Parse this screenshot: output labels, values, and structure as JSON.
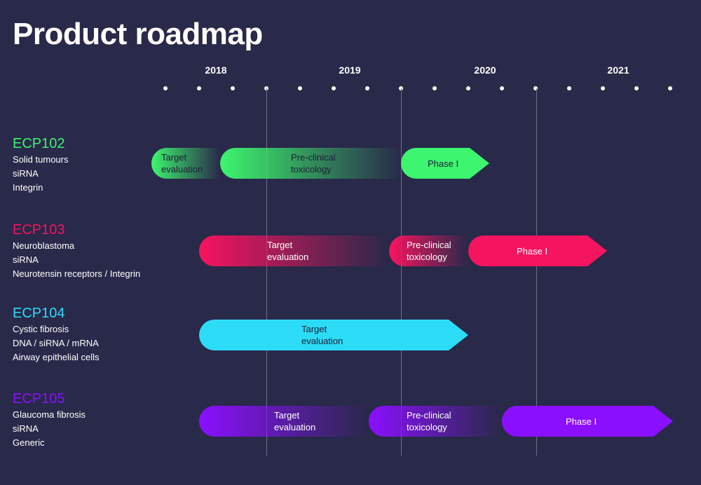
{
  "title": "Product roadmap",
  "timeline": {
    "years": [
      "2018",
      "2019",
      "2020",
      "2021"
    ]
  },
  "colors": {
    "background": "#29294a",
    "ECP102": "#3df56e",
    "ECP103": "#f5145f",
    "ECP104": "#2cdcf7",
    "ECP105": "#8b0fff"
  },
  "products": [
    {
      "id": "ECP102",
      "lines": [
        "Solid tumours",
        "siRNA",
        "Integrin"
      ],
      "label_color": "dark",
      "phases": [
        {
          "label": "Target\nevaluation"
        },
        {
          "label": "Pre-clinical\ntoxicology"
        },
        {
          "label": "Phase I"
        }
      ]
    },
    {
      "id": "ECP103",
      "lines": [
        "Neuroblastoma",
        "siRNA",
        "Neurotensin receptors / Integrin"
      ],
      "label_color": "light",
      "phases": [
        {
          "label": "Target\nevaluation"
        },
        {
          "label": "Pre-clinical\ntoxicology"
        },
        {
          "label": "Phase I"
        }
      ]
    },
    {
      "id": "ECP104",
      "lines": [
        "Cystic fibrosis",
        "DNA / siRNA / mRNA",
        "Airway epithelial cells"
      ],
      "label_color": "dark",
      "phases": [
        {
          "label": "Target\nevaluation"
        }
      ]
    },
    {
      "id": "ECP105",
      "lines": [
        "Glaucoma fibrosis",
        "siRNA",
        "Generic"
      ],
      "label_color": "light",
      "phases": [
        {
          "label": "Target\nevaluation"
        },
        {
          "label": "Pre-clinical\ntoxicology"
        },
        {
          "label": "Phase I"
        }
      ]
    }
  ]
}
